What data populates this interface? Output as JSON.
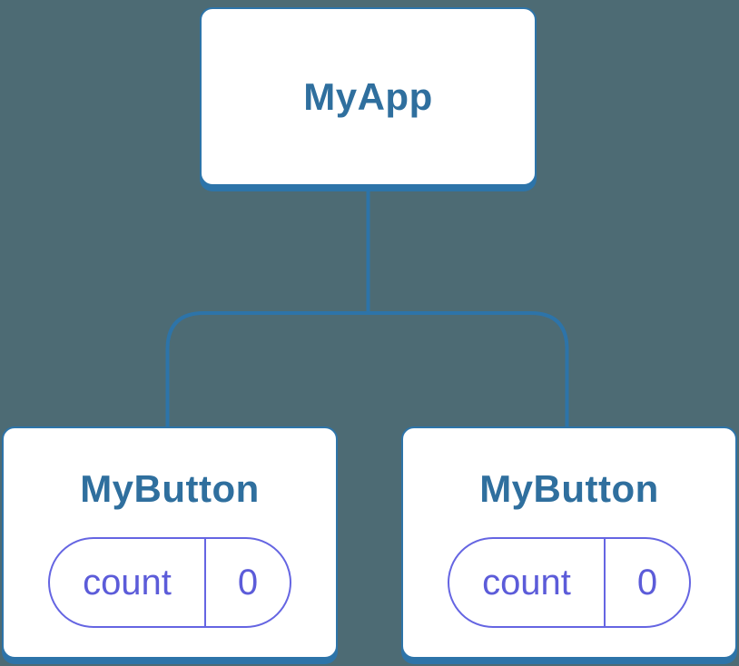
{
  "theme": {
    "bg": "#4d6b74",
    "line": "#2d74a9",
    "card_bg": "#ffffff",
    "title": "#2f6f9e",
    "state_border": "#6565e2",
    "state_text": "#5c5cd9"
  },
  "tree": {
    "root": {
      "label": "MyApp"
    },
    "children": [
      {
        "label": "MyButton",
        "state": {
          "name": "count",
          "value": "0"
        }
      },
      {
        "label": "MyButton",
        "state": {
          "name": "count",
          "value": "0"
        }
      }
    ]
  }
}
